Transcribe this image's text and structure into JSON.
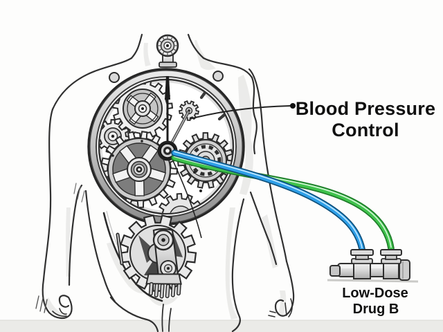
{
  "illustration": {
    "description": "Hand-drawn torso with clockwork gears, callout and drug infusion tubes",
    "labels": {
      "callout": {
        "line1": "Blood Pressure",
        "line2": "Control"
      },
      "drug": {
        "line1": "Low-Dose",
        "line2": "Drug B"
      }
    },
    "colors": {
      "ink": "#2b2b2b",
      "text": "#101010",
      "floor": "#ebebe8",
      "tube_blue": "#2e9fe8",
      "tube_blue_dark": "#0e4f7a",
      "tube_blue_light": "#c4e9ff",
      "tube_green": "#3fc24c",
      "tube_green_dark": "#1d7a28",
      "tube_green_light": "#d6f6d8"
    }
  }
}
